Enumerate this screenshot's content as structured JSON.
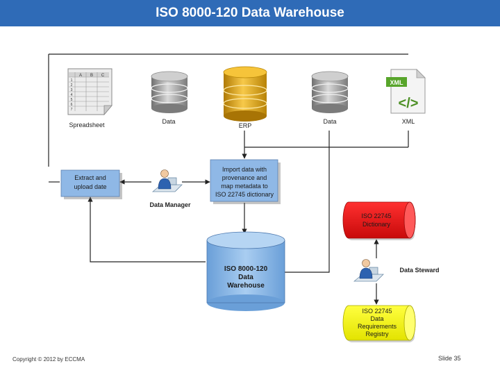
{
  "title": "ISO 8000-120 Data Warehouse",
  "sources": {
    "spreadsheet": {
      "label": "Spreadsheet",
      "columns": [
        "A",
        "B",
        "C"
      ],
      "rows": [
        "1",
        "2",
        "3",
        "4",
        "5",
        "6",
        "7"
      ]
    },
    "data1": {
      "label": "Data"
    },
    "erp": {
      "label": "ERP"
    },
    "data2": {
      "label": "Data"
    },
    "xml": {
      "label": "XML",
      "badge": "XML",
      "glyph": "</>"
    }
  },
  "boxes": {
    "extract": {
      "lines": [
        "Extract and",
        "upload date"
      ]
    },
    "import": {
      "lines": [
        "Import data with",
        "provenance and",
        "map metadata to",
        "ISO 22745 dictionary"
      ]
    }
  },
  "people": {
    "manager": {
      "label": "Data Manager"
    },
    "steward": {
      "label": "Data Steward"
    }
  },
  "warehouse": {
    "lines": [
      "ISO 8000-120",
      "Data",
      "Warehouse"
    ]
  },
  "dictionary": {
    "lines": [
      "ISO 22745",
      "Dictionary"
    ],
    "color": "#e8141b"
  },
  "registry": {
    "lines": [
      "ISO 22745",
      "Data",
      "Requirements",
      "Registry"
    ],
    "color": "#f5f50a"
  },
  "colors": {
    "title_bar": "#2f6bb7",
    "box_fill": "#8fb8e6",
    "warehouse_fill": "#86b6e6",
    "erp_gold": "#e8a812",
    "db_gray": "#9c9c9c"
  },
  "footer": {
    "copyright": "Copyright © 2012 by ECCMA",
    "slide": "Slide 35"
  }
}
